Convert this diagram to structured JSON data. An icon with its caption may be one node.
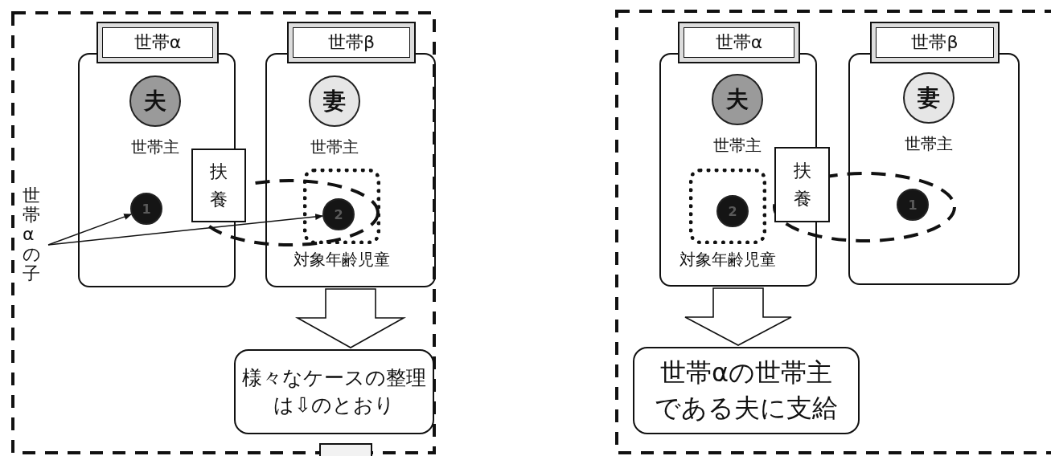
{
  "diagram": {
    "nodes": [
      {
        "text": [
          "世帯α"
        ]
      },
      {
        "text": [
          "夫"
        ],
        "beside": [
          "世帯主"
        ],
        "in": 0
      },
      {
        "text": [
          "1"
        ],
        "in": 0
      },
      {
        "text": [
          "世帯β"
        ]
      },
      {
        "text": [
          "妻"
        ],
        "beside": [
          "世帯主"
        ],
        "in": 3
      },
      {
        "text": [],
        "shape": "box",
        "beside": [
          "対象年齢児童"
        ],
        "in": 3
      },
      {
        "text": [
          "2"
        ],
        "in": 5
      },
      {
        "text": [
          "扶養"
        ]
      },
      {
        "text": [
          "世帯αの子"
        ]
      },
      {
        "text": [
          "様々なケースの整理は⇩のとおり"
        ]
      },
      {
        "text": [
          "世帯α"
        ]
      },
      {
        "text": [
          "夫"
        ],
        "beside": [
          "世帯主"
        ],
        "in": 10
      },
      {
        "text": [],
        "shape": "box",
        "beside": [
          "対象年齢児童"
        ],
        "in": 10
      },
      {
        "text": [
          "2"
        ],
        "in": 12
      },
      {
        "text": [
          "世帯β"
        ]
      },
      {
        "text": [
          "妻"
        ],
        "beside": [
          "世帯主"
        ],
        "in": 14
      },
      {
        "text": [
          "1"
        ],
        "in": 14
      },
      {
        "text": [
          "扶養"
        ]
      },
      {
        "text": [
          "世帯αの世帯主である夫に支給"
        ]
      }
    ],
    "edges": [
      {
        "from": 8,
        "to": 2,
        "arrow": "to"
      },
      {
        "from": 8,
        "to": 6,
        "arrow": "to"
      },
      {
        "from": 3,
        "to": 9,
        "arrow": "to",
        "style": "thick"
      },
      {
        "from": 10,
        "to": 18,
        "arrow": "to",
        "style": "thick"
      }
    ]
  }
}
